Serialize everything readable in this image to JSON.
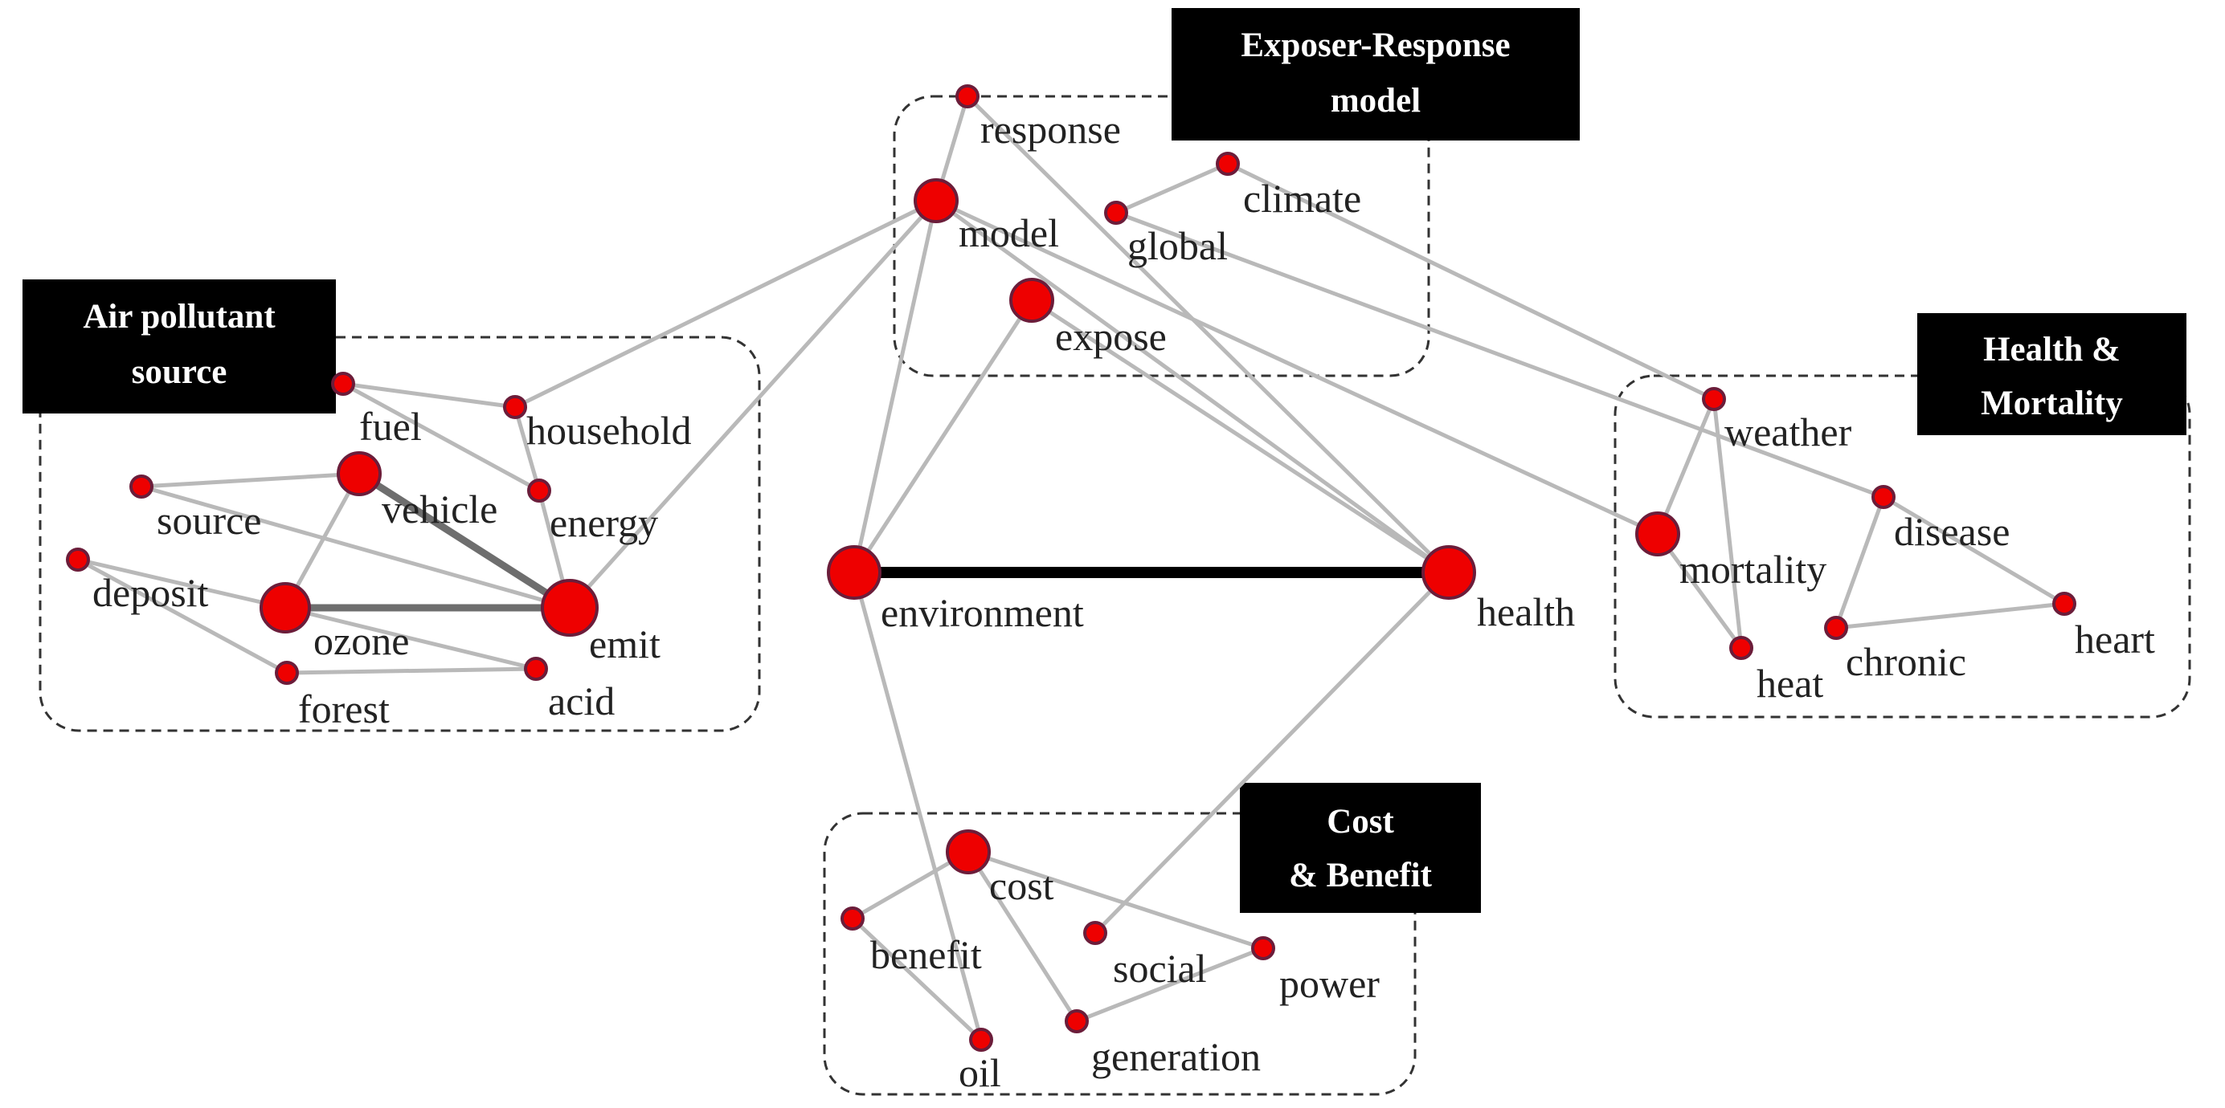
{
  "colors": {
    "node_fill": "#ee0000",
    "node_stroke": "#6b1d3a",
    "edge": "#b9b9b9",
    "strong_edge": "#000000",
    "medium_edge": "#6e6e6e",
    "cluster_title_bg": "#000000",
    "cluster_title_text": "#ffffff"
  },
  "clusters": [
    {
      "id": "air",
      "title": [
        "Air pollutant",
        "source"
      ]
    },
    {
      "id": "exposure",
      "title": [
        "Exposer-Response",
        "model"
      ]
    },
    {
      "id": "health_mortality",
      "title": [
        "Health &",
        "Mortality"
      ]
    },
    {
      "id": "cost_benefit",
      "title": [
        "Cost",
        "& Benefit"
      ]
    }
  ],
  "nodes": [
    {
      "id": "fuel",
      "label": "fuel",
      "cluster": "air",
      "size": "small"
    },
    {
      "id": "household",
      "label": "household",
      "cluster": "air",
      "size": "small"
    },
    {
      "id": "vehicle",
      "label": "vehicle",
      "cluster": "air",
      "size": "medium"
    },
    {
      "id": "energy",
      "label": "energy",
      "cluster": "air",
      "size": "small"
    },
    {
      "id": "source",
      "label": "source",
      "cluster": "air",
      "size": "small"
    },
    {
      "id": "deposit",
      "label": "deposit",
      "cluster": "air",
      "size": "small"
    },
    {
      "id": "ozone",
      "label": "ozone",
      "cluster": "air",
      "size": "large"
    },
    {
      "id": "emit",
      "label": "emit",
      "cluster": "air",
      "size": "large"
    },
    {
      "id": "forest",
      "label": "forest",
      "cluster": "air",
      "size": "small"
    },
    {
      "id": "acid",
      "label": "acid",
      "cluster": "air",
      "size": "small"
    },
    {
      "id": "response",
      "label": "response",
      "cluster": "exposure",
      "size": "small"
    },
    {
      "id": "model",
      "label": "model",
      "cluster": "exposure",
      "size": "medium"
    },
    {
      "id": "global",
      "label": "global",
      "cluster": "exposure",
      "size": "small"
    },
    {
      "id": "climate",
      "label": "climate",
      "cluster": "exposure",
      "size": "small"
    },
    {
      "id": "expose",
      "label": "expose",
      "cluster": "exposure",
      "size": "medium"
    },
    {
      "id": "environment",
      "label": "environment",
      "cluster": null,
      "size": "large"
    },
    {
      "id": "health",
      "label": "health",
      "cluster": null,
      "size": "large"
    },
    {
      "id": "weather",
      "label": "weather",
      "cluster": "health_mortality",
      "size": "small"
    },
    {
      "id": "mortality",
      "label": "mortality",
      "cluster": "health_mortality",
      "size": "medium"
    },
    {
      "id": "disease",
      "label": "disease",
      "cluster": "health_mortality",
      "size": "small"
    },
    {
      "id": "heat",
      "label": "heat",
      "cluster": "health_mortality",
      "size": "small"
    },
    {
      "id": "chronic",
      "label": "chronic",
      "cluster": "health_mortality",
      "size": "small"
    },
    {
      "id": "heart",
      "label": "heart",
      "cluster": "health_mortality",
      "size": "small"
    },
    {
      "id": "cost",
      "label": "cost",
      "cluster": "cost_benefit",
      "size": "medium"
    },
    {
      "id": "benefit",
      "label": "benefit",
      "cluster": "cost_benefit",
      "size": "small"
    },
    {
      "id": "social",
      "label": "social",
      "cluster": "cost_benefit",
      "size": "small"
    },
    {
      "id": "power",
      "label": "power",
      "cluster": "cost_benefit",
      "size": "small"
    },
    {
      "id": "oil",
      "label": "oil",
      "cluster": "cost_benefit",
      "size": "small"
    },
    {
      "id": "generation",
      "label": "generation",
      "cluster": "cost_benefit",
      "size": "small"
    }
  ],
  "edges": [
    {
      "from": "environment",
      "to": "health",
      "strength": "strong"
    },
    {
      "from": "ozone",
      "to": "emit",
      "strength": "medium"
    },
    {
      "from": "vehicle",
      "to": "emit",
      "strength": "medium"
    },
    {
      "from": "fuel",
      "to": "household",
      "strength": "weak"
    },
    {
      "from": "fuel",
      "to": "energy",
      "strength": "weak"
    },
    {
      "from": "household",
      "to": "energy",
      "strength": "weak"
    },
    {
      "from": "source",
      "to": "vehicle",
      "strength": "weak"
    },
    {
      "from": "source",
      "to": "emit",
      "strength": "weak"
    },
    {
      "from": "vehicle",
      "to": "ozone",
      "strength": "weak"
    },
    {
      "from": "deposit",
      "to": "ozone",
      "strength": "weak"
    },
    {
      "from": "deposit",
      "to": "forest",
      "strength": "weak"
    },
    {
      "from": "ozone",
      "to": "acid",
      "strength": "weak"
    },
    {
      "from": "forest",
      "to": "acid",
      "strength": "weak"
    },
    {
      "from": "emit",
      "to": "model",
      "strength": "weak"
    },
    {
      "from": "emit",
      "to": "energy",
      "strength": "weak"
    },
    {
      "from": "household",
      "to": "model",
      "strength": "weak"
    },
    {
      "from": "response",
      "to": "model",
      "strength": "weak"
    },
    {
      "from": "global",
      "to": "climate",
      "strength": "weak"
    },
    {
      "from": "model",
      "to": "environment",
      "strength": "weak"
    },
    {
      "from": "expose",
      "to": "environment",
      "strength": "weak"
    },
    {
      "from": "expose",
      "to": "health",
      "strength": "weak"
    },
    {
      "from": "response",
      "to": "health",
      "strength": "weak"
    },
    {
      "from": "model",
      "to": "health",
      "strength": "weak"
    },
    {
      "from": "model",
      "to": "mortality",
      "strength": "weak"
    },
    {
      "from": "global",
      "to": "disease",
      "strength": "weak"
    },
    {
      "from": "climate",
      "to": "weather",
      "strength": "weak"
    },
    {
      "from": "weather",
      "to": "mortality",
      "strength": "weak"
    },
    {
      "from": "weather",
      "to": "heat",
      "strength": "weak"
    },
    {
      "from": "mortality",
      "to": "heat",
      "strength": "weak"
    },
    {
      "from": "disease",
      "to": "chronic",
      "strength": "weak"
    },
    {
      "from": "chronic",
      "to": "heart",
      "strength": "weak"
    },
    {
      "from": "disease",
      "to": "heart",
      "strength": "weak"
    },
    {
      "from": "environment",
      "to": "oil",
      "strength": "weak"
    },
    {
      "from": "health",
      "to": "social",
      "strength": "weak"
    },
    {
      "from": "cost",
      "to": "benefit",
      "strength": "weak"
    },
    {
      "from": "cost",
      "to": "power",
      "strength": "weak"
    },
    {
      "from": "cost",
      "to": "generation",
      "strength": "weak"
    },
    {
      "from": "benefit",
      "to": "oil",
      "strength": "weak"
    },
    {
      "from": "power",
      "to": "generation",
      "strength": "weak"
    }
  ]
}
